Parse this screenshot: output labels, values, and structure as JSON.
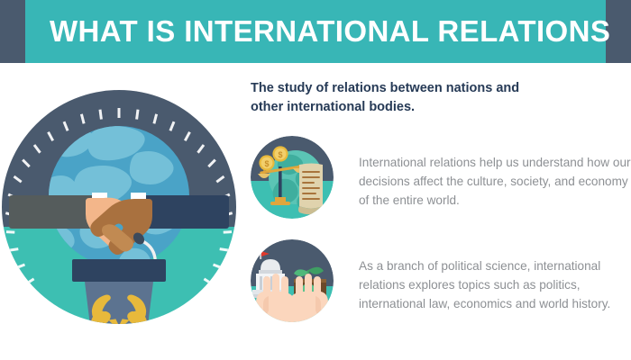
{
  "header": {
    "title": "WHAT IS INTERNATIONAL RELATIONS",
    "band_color": "#38b6b6",
    "edge_color": "#4a5a6e",
    "title_color": "#ffffff"
  },
  "hero": {
    "icon_name": "handshake-globe-podium-illustration",
    "top_half_color": "#4a5a6e",
    "bottom_half_color": "#3dbfb2",
    "globe_color": "#4aa3c7",
    "globe_land_color": "#6bbcd6",
    "podium_color": "#5c7390",
    "podium_top_color": "#2e4360",
    "laurel_color": "#e8b93b",
    "sleeve_left_color": "#555c5c",
    "sleeve_right_color": "#2e4360",
    "skin_light": "#f3b68a",
    "skin_dark": "#a9713f"
  },
  "main": {
    "lede": "The study of relations between nations and other international bodies.",
    "lede_color": "#263a56",
    "body_color": "#8d9094",
    "items": [
      {
        "icon_name": "scales-coins-scroll-icon",
        "icon_bg_top": "#4a5a6e",
        "icon_bg_bottom": "#3dbfb2",
        "text": "International relations help us understand how our decisions affect the culture, society, and economy of the entire world."
      },
      {
        "icon_name": "hands-capitol-sprout-icon",
        "icon_bg_top": "#4a5a6e",
        "icon_bg_bottom": "#3dbfb2",
        "text": "As a branch of political science, international relations explores topics such as politics, international law, economics and world history."
      }
    ]
  }
}
